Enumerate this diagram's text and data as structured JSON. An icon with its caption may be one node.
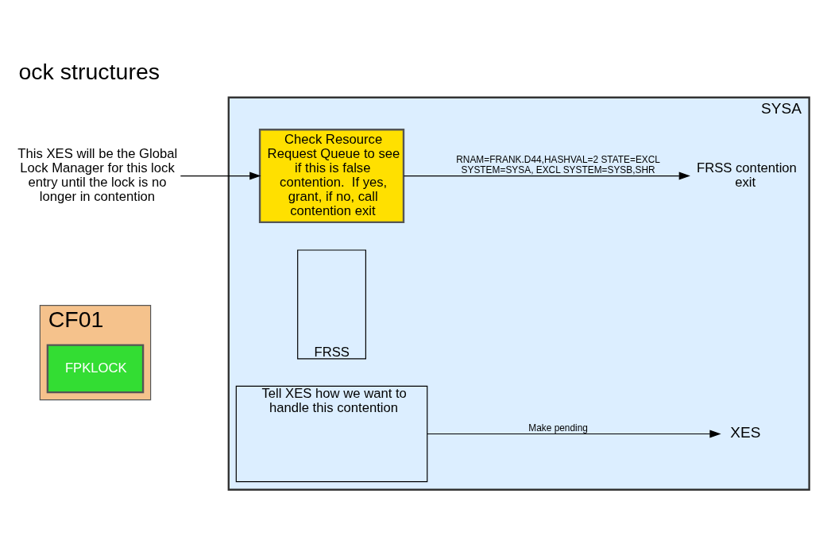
{
  "diagram": {
    "title": "ock structures",
    "nodes": [
      {
        "text": [
          "CF01"
        ]
      },
      {
        "text": [
          "FPKLOCK"
        ],
        "in": 0
      },
      {
        "text": [
          "This XES will be the Global Lock Manager for this lock entry until the lock is no longer in contention"
        ]
      },
      {
        "text": [
          "SYSA"
        ]
      },
      {
        "text": [
          "Check Resource Request Queue to see if this is false contention.  If yes, grant, if no, call contention exit"
        ],
        "in": 3
      },
      {
        "text": [
          "FRSS contention exit"
        ],
        "in": 3
      },
      {
        "text": [
          "FRSS"
        ],
        "in": 3
      },
      {
        "text": [
          "Tell XES how we want to handle this contention"
        ],
        "in": 3
      },
      {
        "text": [
          "XES"
        ],
        "in": 3
      }
    ],
    "edges": [
      {
        "from": 2,
        "to": 4,
        "arrow": "to"
      },
      {
        "from": 4,
        "to": 5,
        "arrow": "to",
        "label": "RNAM=FRANK.D44,HASHVAL=2 STATE=EXCL SYSTEM=SYSA, EXCL SYSTEM=SYSB,SHR"
      },
      {
        "from": 7,
        "to": 8,
        "arrow": "to",
        "label": "Make pending"
      }
    ]
  }
}
